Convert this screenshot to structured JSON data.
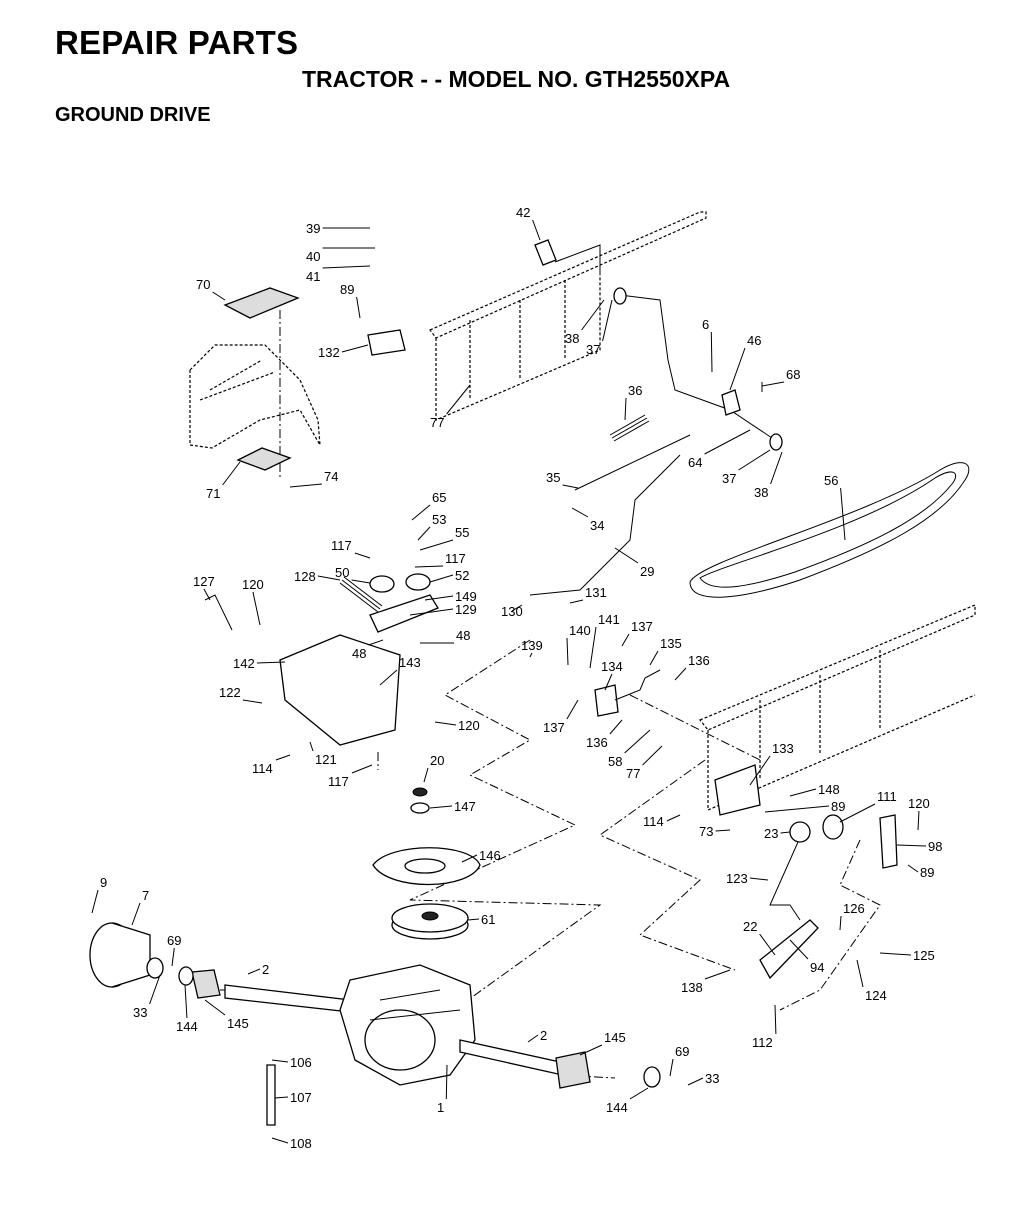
{
  "header": {
    "title": "REPAIR PARTS",
    "subtitle": "TRACTOR - - MODEL NO. GTH2550XPA",
    "section": "GROUND DRIVE"
  },
  "part_numbers": [
    "1",
    "2",
    "6",
    "7",
    "9",
    "20",
    "22",
    "23",
    "29",
    "33",
    "34",
    "35",
    "36",
    "37",
    "38",
    "39",
    "40",
    "41",
    "42",
    "46",
    "48",
    "50",
    "52",
    "53",
    "55",
    "56",
    "58",
    "61",
    "64",
    "65",
    "68",
    "69",
    "70",
    "71",
    "73",
    "74",
    "77",
    "89",
    "94",
    "98",
    "106",
    "107",
    "108",
    "111",
    "112",
    "114",
    "117",
    "120",
    "121",
    "122",
    "123",
    "124",
    "125",
    "126",
    "127",
    "128",
    "129",
    "130",
    "131",
    "132",
    "133",
    "134",
    "135",
    "136",
    "137",
    "138",
    "139",
    "140",
    "141",
    "142",
    "143",
    "144",
    "145",
    "146",
    "147",
    "148",
    "149"
  ]
}
